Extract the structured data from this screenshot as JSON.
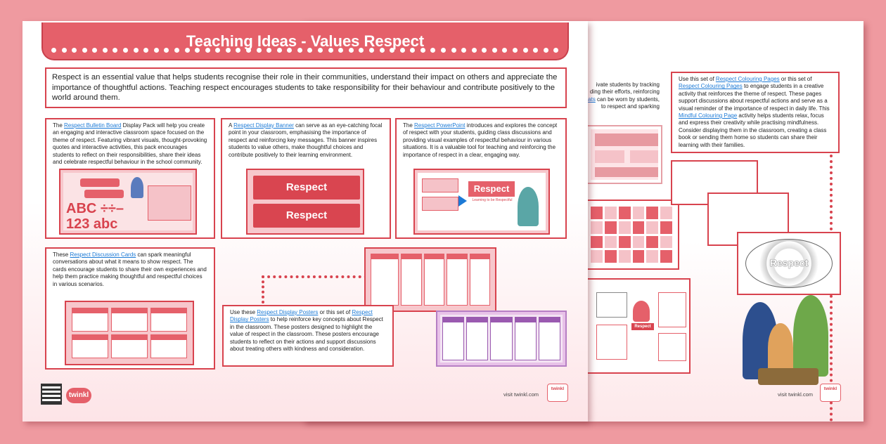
{
  "title": "Teaching Ideas - Values Respect",
  "intro": "Respect is an essential value that helps students recognise their role in their communities, understand their impact on others and appreciate the importance of thoughtful actions. Teaching respect encourages students to take responsibility for their behaviour and contribute positively to the world around them.",
  "boxes": {
    "bulletin": {
      "pre": "The ",
      "link": "Respect Bulletin Board",
      "post": " Display Pack will help you create an engaging and interactive classroom space focused on the theme of respect. Featuring vibrant visuals, thought-provoking quotes and interactive activities, this pack encourages students to reflect on their responsibilities, share their ideas and celebrate respectful behaviour in the school community."
    },
    "banner": {
      "pre": "A ",
      "link": "Respect Display Banner",
      "post": " can serve as an eye-catching focal point in your classroom, emphasising the importance of respect and reinforcing key messages. This banner inspires students to value others, make thoughtful choices and contribute positively to their learning environment."
    },
    "powerpoint": {
      "pre": "The ",
      "link": "Respect PowerPoint",
      "post": " introduces and explores the concept of respect with your students, guiding class discussions and providing visual examples of respectful behaviour in various situations. It is a valuable tool for teaching and reinforcing the importance of respect in a clear, engaging way."
    },
    "cards": {
      "pre": "These ",
      "link": "Respect Discussion Cards",
      "post": " can spark meaningful conversations about what it means to show respect. The cards encourage students to share their own experiences and help them practice making thoughtful and respectful choices in various scenarios."
    },
    "posters": {
      "pre": "Use these ",
      "link": "Respect Display Posters",
      "mid": " or this set of ",
      "link2": "Respect Display Posters",
      "post": " to help reinforce key concepts about Respect in the classroom. These posters designed to highlight the value of respect in the classroom. These posters encourage students to reflect on their actions and support discussions about treating others with kindness and consideration."
    },
    "colouring": {
      "pre": "Use this set of ",
      "link": "Respect Colouring Pages",
      "mid": " or this set of ",
      "link2": "Respect Colouring Pages",
      "mid2": " to engage students in a creative activity that reinforces the theme of respect. These pages support discussions about respectful actions and serve as a visual reminder of the importance of respect in daily life. This ",
      "link3": "Mindful Colouring Page",
      "post": " activity helps students relax, focus and express their creativity while practising mindfulness. Consider displaying them in the classroom, creating a class book or sending them home so students can share their learning with their families."
    },
    "partial": {
      "l1": "ivate students by tracking",
      "l2": "ding their efforts, reinforcing",
      "l3link": "ats",
      "l3": " can be worn by students,",
      "l4": "to respect and sparking"
    }
  },
  "thumb_labels": {
    "banner": "Respect",
    "powerpoint_title": "Respect",
    "powerpoint_sub": "Learning to be Respectful",
    "colouring": "Respect",
    "worksheet": "Respect",
    "bulletin_letters1": "ABC ÷÷–",
    "bulletin_letters2": "123 abc"
  },
  "footer": {
    "logo": "twinkl",
    "visit_front": "visit twinkl.com",
    "visit_back": "visit twinkl.com",
    "badge": "twinkl"
  },
  "colors": {
    "accent": "#e5606a",
    "border": "#d8434e",
    "background": "#ef9aa0",
    "link": "#1c7ad6"
  }
}
